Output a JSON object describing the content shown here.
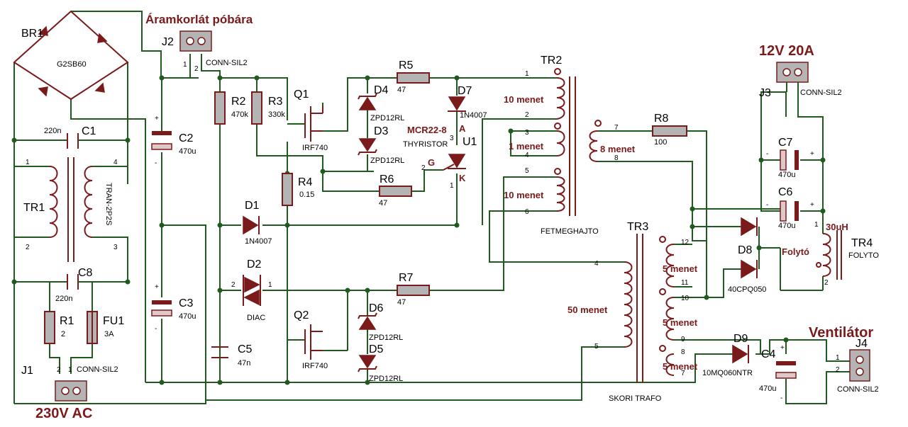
{
  "labels": {
    "current_limit": "Áramkorlát póbára",
    "output_12v": "12V 20A",
    "ventilator": "Ventilátor",
    "mains": "230V AC",
    "gate": "FETMEGHAJTO",
    "skori": "SKORI TRAFO"
  },
  "components": {
    "br1": {
      "ref": "BR1",
      "value": "G2SB60"
    },
    "j1": {
      "ref": "J1",
      "value": "CONN-SIL2"
    },
    "j2": {
      "ref": "J2",
      "value": "CONN-SIL2"
    },
    "j3": {
      "ref": "J3",
      "value": "CONN-SIL2"
    },
    "j4": {
      "ref": "J4",
      "value": "CONN-SIL2"
    },
    "c1": {
      "ref": "C1",
      "value": "220n"
    },
    "c2": {
      "ref": "C2",
      "value": "470u"
    },
    "c3": {
      "ref": "C3",
      "value": "470u"
    },
    "c4": {
      "ref": "C4",
      "value": "470u"
    },
    "c5": {
      "ref": "C5",
      "value": "47n"
    },
    "c6": {
      "ref": "C6",
      "value": "470u"
    },
    "c7": {
      "ref": "C7",
      "value": "470u"
    },
    "c8": {
      "ref": "C8",
      "value": "220n"
    },
    "r1": {
      "ref": "R1",
      "value": "2"
    },
    "r2": {
      "ref": "R2",
      "value": "470k"
    },
    "r3": {
      "ref": "R3",
      "value": "330k"
    },
    "r4": {
      "ref": "R4",
      "value": "0.15"
    },
    "r5": {
      "ref": "R5",
      "value": "47"
    },
    "r6": {
      "ref": "R6",
      "value": "47"
    },
    "r7": {
      "ref": "R7",
      "value": "47"
    },
    "r8": {
      "ref": "R8",
      "value": "100"
    },
    "fu1": {
      "ref": "FU1",
      "value": "3A"
    },
    "tr1": {
      "ref": "TR1",
      "value": "TRAN-2P2S"
    },
    "tr2": {
      "ref": "TR2"
    },
    "tr3": {
      "ref": "TR3"
    },
    "tr4": {
      "ref": "TR4",
      "value": "FOLYTO",
      "l": "30uH",
      "name": "Folytó"
    },
    "q1": {
      "ref": "Q1",
      "value": "IRF740"
    },
    "q2": {
      "ref": "Q2",
      "value": "IRF740"
    },
    "d1": {
      "ref": "D1",
      "value": "1N4007"
    },
    "d2": {
      "ref": "D2",
      "value": "DIAC"
    },
    "d3": {
      "ref": "D3",
      "value": "ZPD12RL"
    },
    "d4": {
      "ref": "D4",
      "value": "ZPD12RL"
    },
    "d5": {
      "ref": "D5",
      "value": "ZPD12RL"
    },
    "d6": {
      "ref": "D6",
      "value": "ZPD12RL"
    },
    "d7": {
      "ref": "D7",
      "value": "1N4007"
    },
    "d8": {
      "ref": "D8",
      "value": "40CPQ050"
    },
    "d9": {
      "ref": "D9",
      "value": "10MQ060NTR"
    },
    "u1": {
      "ref": "U1",
      "value": "THYRISTOR",
      "part": "MCR22-8",
      "a": "A",
      "g": "G",
      "k": "K"
    }
  },
  "windings": {
    "tr2_a": "10 menet",
    "tr2_b": "1 menet",
    "tr2_c": "10 menet",
    "tr2_d": "8 menet",
    "tr3_p": "50 menet",
    "tr3_s1": "5 menet",
    "tr3_s2": "5 menet",
    "tr3_s3": "5 menet"
  },
  "pins": {
    "p1": "1",
    "p2": "2",
    "p3": "3",
    "p4": "4",
    "p5": "5",
    "p6": "6",
    "p7": "7",
    "p8": "8",
    "p9": "9",
    "p10": "10",
    "p11": "11",
    "p12": "12",
    "plus": "+",
    "minus": "-"
  }
}
